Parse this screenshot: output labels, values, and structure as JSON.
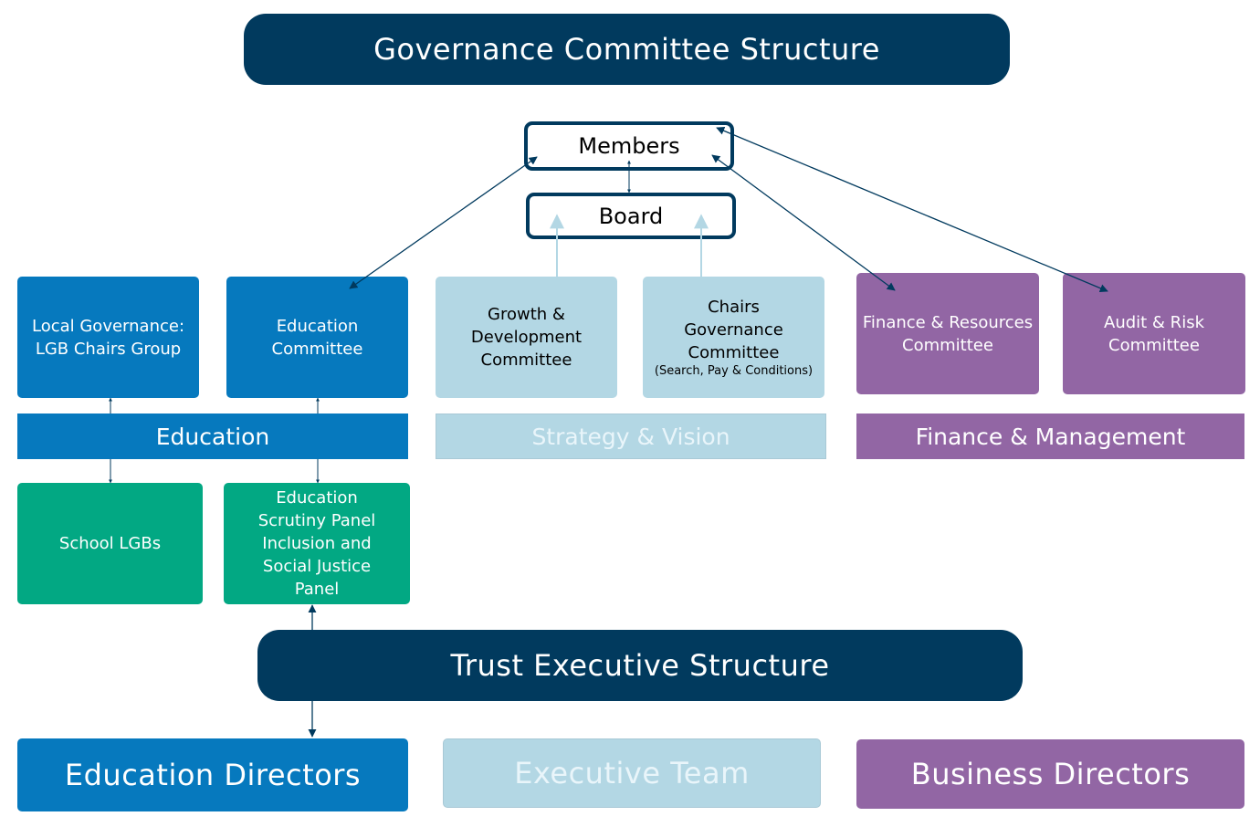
{
  "title": "Governance Committee Structure",
  "members": "Members",
  "board": "Board",
  "committees": {
    "local_governance": "Local Governance: LGB Chairs Group",
    "education_committee": "Education Committee",
    "growth_development": "Growth & Development Committee",
    "chairs_governance": "Chairs Governance Committee",
    "chairs_governance_sub": "(Search, Pay & Conditions)",
    "finance_resources": "Finance & Resources Committee",
    "audit_risk": "Audit & Risk Committee"
  },
  "bands": {
    "education": "Education",
    "strategy_vision": "Strategy & Vision",
    "finance_management": "Finance & Management"
  },
  "panels": {
    "school_lgbs": "School LGBs",
    "education_scrutiny": "Education Scrutiny Panel Inclusion and Social Justice Panel"
  },
  "executive": {
    "title": "Trust Executive Structure",
    "education_directors": "Education Directors",
    "executive_team": "Executive Team",
    "business_directors": "Business Directors"
  },
  "colors": {
    "navy": "#013a5e",
    "education_blue": "#0679be",
    "strategy_light_blue": "#b3d7e4",
    "finance_purple": "#9266a4",
    "panel_green": "#02a883"
  }
}
